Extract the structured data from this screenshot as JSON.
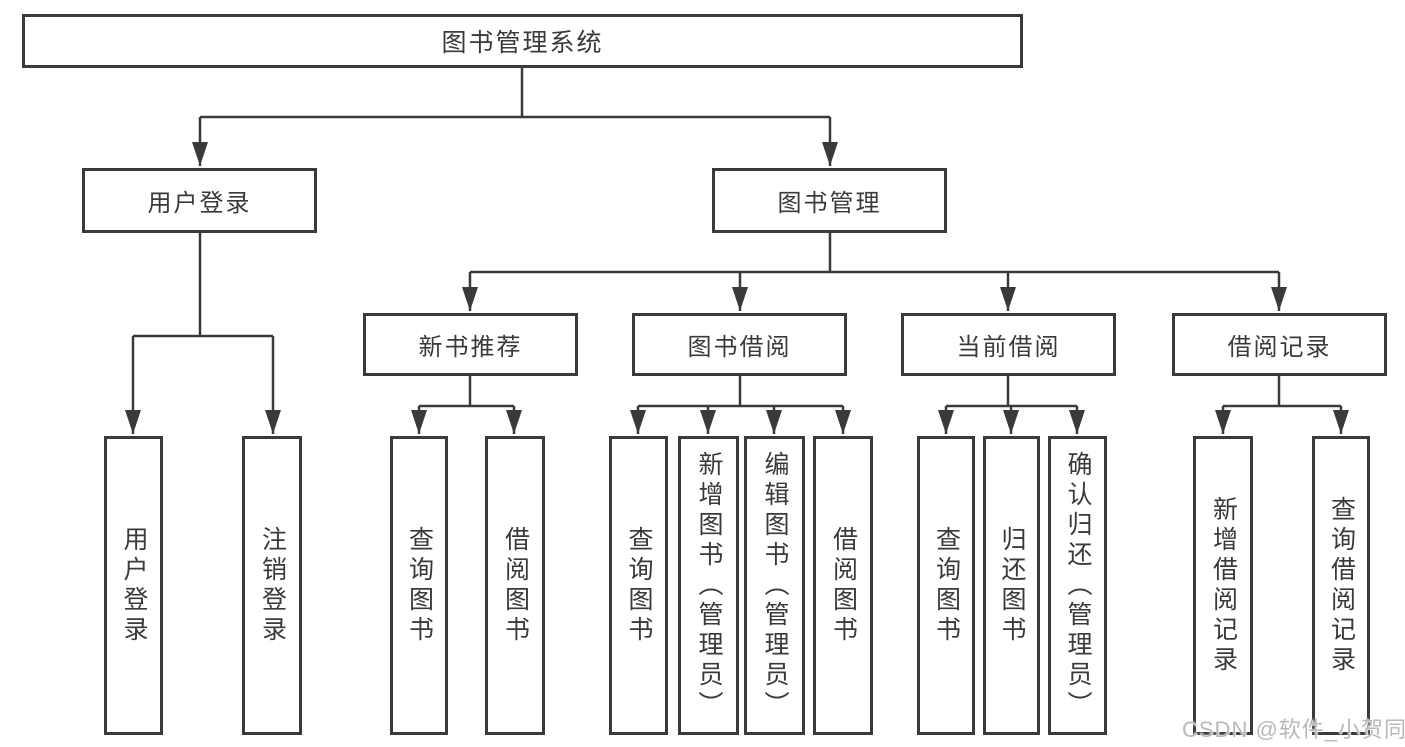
{
  "tree": {
    "label": "图书管理系统",
    "children": [
      {
        "label": "用户登录",
        "children": [
          {
            "label": "用户登录"
          },
          {
            "label": "注销登录"
          }
        ]
      },
      {
        "label": "图书管理",
        "children": [
          {
            "label": "新书推荐",
            "children": [
              {
                "label": "查询图书"
              },
              {
                "label": "借阅图书"
              }
            ]
          },
          {
            "label": "图书借阅",
            "children": [
              {
                "label": "查询图书"
              },
              {
                "label": "新增图书（管理员）"
              },
              {
                "label": "编辑图书（管理员）"
              },
              {
                "label": "借阅图书"
              }
            ]
          },
          {
            "label": "当前借阅",
            "children": [
              {
                "label": "查询图书"
              },
              {
                "label": "归还图书"
              },
              {
                "label": "确认归还（管理员）"
              }
            ]
          },
          {
            "label": "借阅记录",
            "children": [
              {
                "label": "新增借阅记录"
              },
              {
                "label": "查询借阅记录"
              }
            ]
          }
        ]
      }
    ]
  },
  "watermark": "CSDN @软件_小贺同学",
  "colors": {
    "line": "#3a3a3a",
    "text": "#3a3a3a",
    "background": "#ffffff",
    "watermark": "#b9b9b9"
  }
}
